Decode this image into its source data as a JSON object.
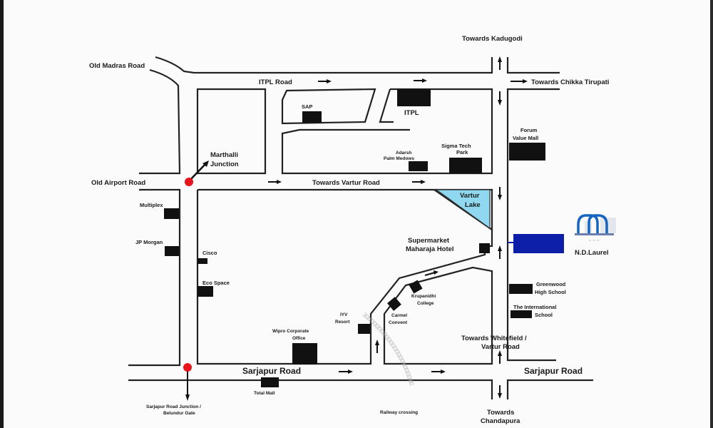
{
  "map": {
    "title": "Location Map",
    "colors": {
      "road": "#222222",
      "building": "#111111",
      "lake": "#8fd8f0",
      "marker": "#e8141c",
      "project": "#0d1ea8",
      "logo": "#1565c0"
    },
    "roads": {
      "old_madras": "Old Madras Road",
      "itpl": "ITPL Road",
      "old_airport": "Old Airport Road",
      "vartur": "Towards Vartur Road",
      "sarjapur_left": "Sarjapur Road",
      "sarjapur_right": "Sarjapur Road",
      "kadugodi": "Towards Kadugodi",
      "chikka_tirupati": "Towards Chikka Tirupati",
      "whitefield_1": "Towards Whitefield /",
      "whitefield_2": "Vartur Road",
      "chandapura_1": "Towards",
      "chandapura_2": "Chandapura"
    },
    "junctions": {
      "marthalli_1": "Marthalli",
      "marthalli_2": "Junction",
      "sarjapur_junction_1": "Sarjapur Road Junction /",
      "sarjapur_junction_2": "Belundur Gate",
      "railway": "Railway crossing"
    },
    "landmarks": {
      "sap": "SAP",
      "itpl": "ITPL",
      "adarsh_1": "Adarsh",
      "adarsh_2": "Palm Medows",
      "sigma_1": "Sigma Tech",
      "sigma_2": "Park",
      "forum_1": "Forum",
      "forum_2": "Value Mall",
      "lake_1": "Vartur",
      "lake_2": "Lake",
      "supermarket": "Supermarket",
      "maharaja": "Maharaja Hotel",
      "multiplex": "Multiplex",
      "jp_morgan": "JP Morgan",
      "cisco": "Cisco",
      "eco_space": "Eco Space",
      "krupanidhi_1": "Krupanidhi",
      "krupanidhi_2": "College",
      "carmel_1": "Carmel",
      "carmel_2": "Convent",
      "iyv_1": "IYV",
      "iyv_2": "Resort",
      "wipro_1": "Wipro Corporate",
      "wipro_2": "Office",
      "total_mall": "Total Mall",
      "greenwood_1": "Greenwood",
      "greenwood_2": "High School",
      "intl_1": "The International",
      "intl_2": "School"
    },
    "project": {
      "name": "N.D.Laurel",
      "logo_text": "ND"
    }
  }
}
